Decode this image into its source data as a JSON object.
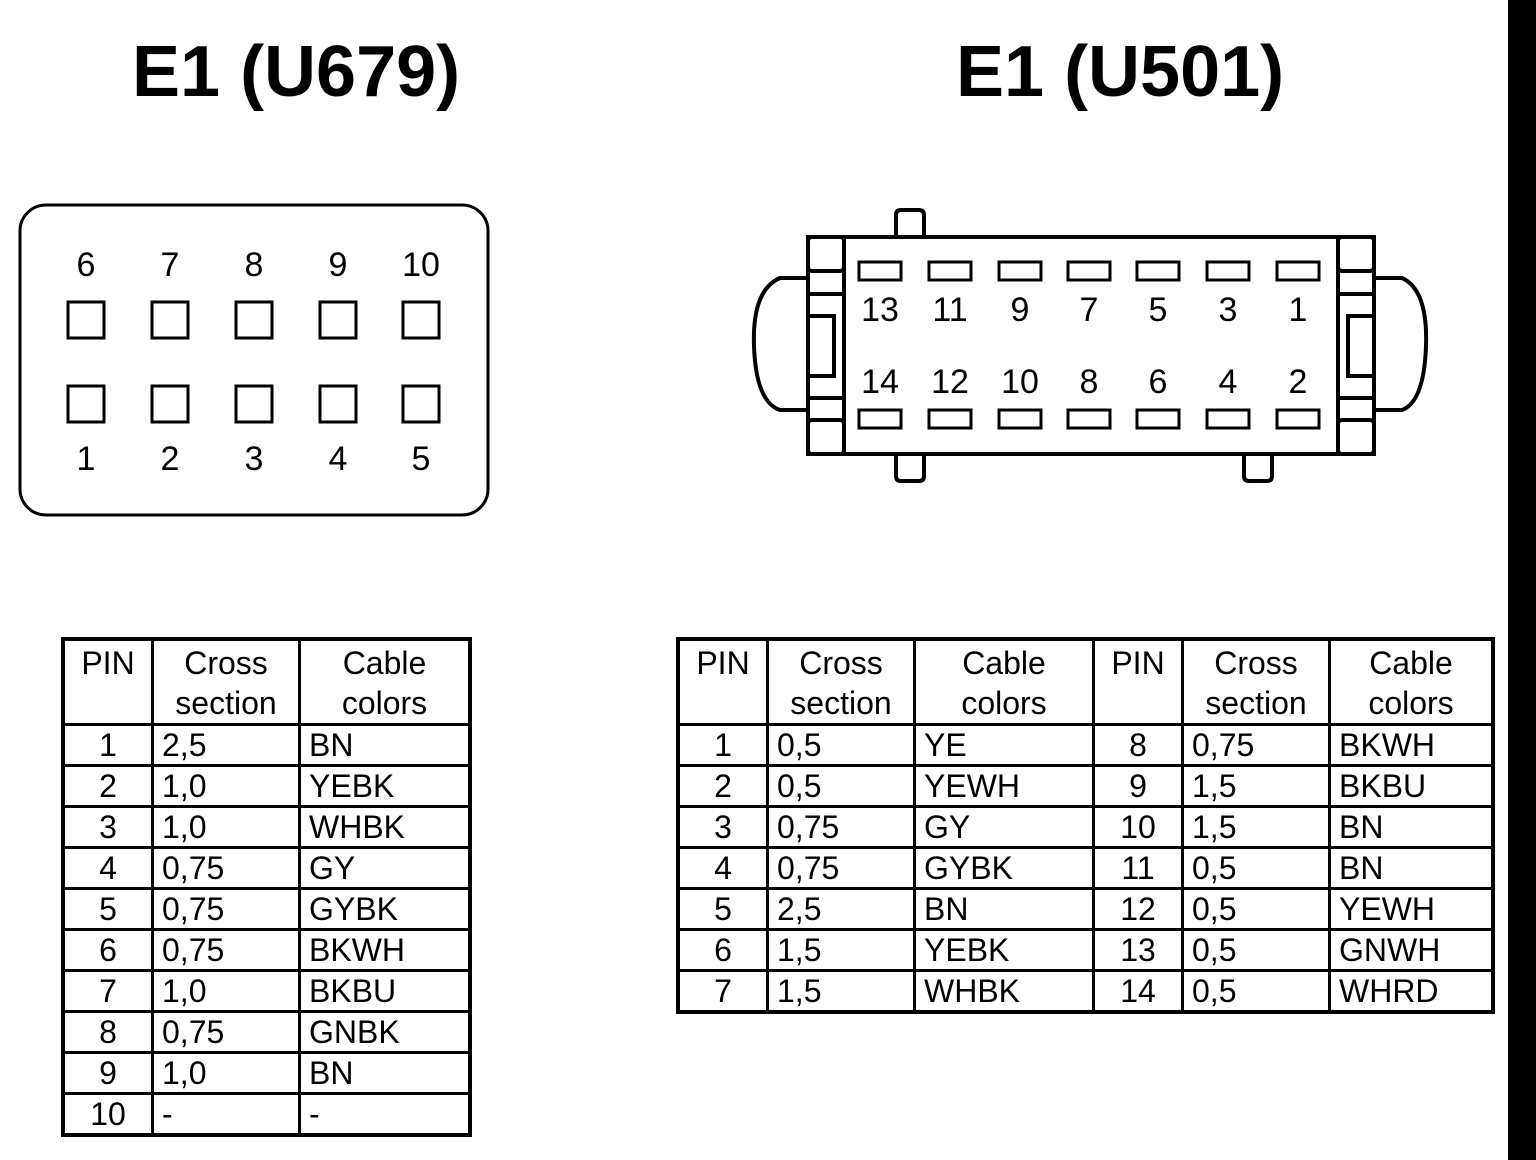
{
  "connectors": [
    {
      "title": "E1 (U679)",
      "top_pins": [
        "6",
        "7",
        "8",
        "9",
        "10"
      ],
      "bottom_pins": [
        "1",
        "2",
        "3",
        "4",
        "5"
      ],
      "table": {
        "headers": [
          "PIN",
          "Cross section",
          "Cable colors"
        ],
        "rows": [
          [
            "1",
            "2,5",
            "BN"
          ],
          [
            "2",
            "1,0",
            "YEBK"
          ],
          [
            "3",
            "1,0",
            "WHBK"
          ],
          [
            "4",
            "0,75",
            "GY"
          ],
          [
            "5",
            "0,75",
            "GYBK"
          ],
          [
            "6",
            "0,75",
            "BKWH"
          ],
          [
            "7",
            "1,0",
            "BKBU"
          ],
          [
            "8",
            "0,75",
            "GNBK"
          ],
          [
            "9",
            "1,0",
            "BN"
          ],
          [
            "10",
            "-",
            "-"
          ]
        ]
      }
    },
    {
      "title": "E1 (U501)",
      "top_pins": [
        "13",
        "11",
        "9",
        "7",
        "5",
        "3",
        "1"
      ],
      "bottom_pins": [
        "14",
        "12",
        "10",
        "8",
        "6",
        "4",
        "2"
      ],
      "table": {
        "headers": [
          "PIN",
          "Cross section",
          "Cable colors",
          "PIN",
          "Cross section",
          "Cable colors"
        ],
        "rows": [
          [
            "1",
            "0,5",
            "YE",
            "8",
            "0,75",
            "BKWH"
          ],
          [
            "2",
            "0,5",
            "YEWH",
            "9",
            "1,5",
            "BKBU"
          ],
          [
            "3",
            "0,75",
            "GY",
            "10",
            "1,5",
            "BN"
          ],
          [
            "4",
            "0,75",
            "GYBK",
            "11",
            "0,5",
            "BN"
          ],
          [
            "5",
            "2,5",
            "BN",
            "12",
            "0,5",
            "YEWH"
          ],
          [
            "6",
            "1,5",
            "YEBK",
            "13",
            "0,5",
            "GNWH"
          ],
          [
            "7",
            "1,5",
            "WHBK",
            "14",
            "0,5",
            "WHRD"
          ]
        ]
      }
    }
  ]
}
